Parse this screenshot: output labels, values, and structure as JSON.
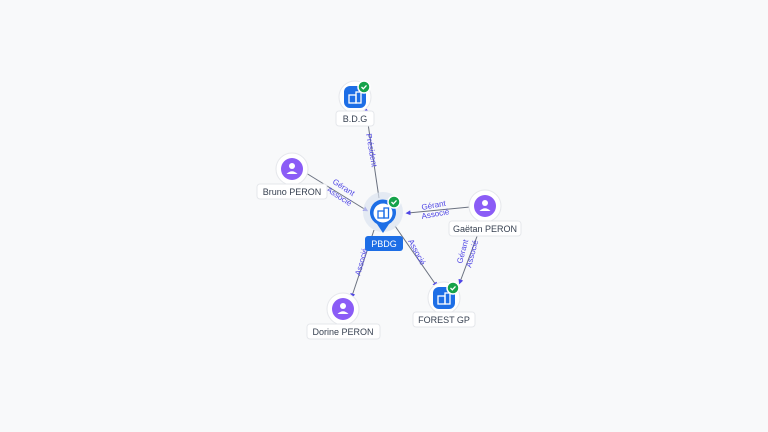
{
  "colors": {
    "company": "#1d6ee6",
    "person": "#8b5cf6",
    "check": "#16a34a",
    "edge": "#6b7280",
    "edge_label": "#4f46e5",
    "main": "#1d6ee6"
  },
  "nodes": {
    "pbdg": {
      "label": "PBDG",
      "kind": "main",
      "icon": "building-icon",
      "verified": true
    },
    "bdg": {
      "label": "B.D.G",
      "kind": "company",
      "icon": "building-icon",
      "verified": true
    },
    "forest": {
      "label": "FOREST GP",
      "kind": "company",
      "icon": "building-icon",
      "verified": true
    },
    "bruno": {
      "label": "Bruno PERON",
      "kind": "person",
      "icon": "user-icon"
    },
    "gaetan": {
      "label": "Gaëtan PERON",
      "kind": "person",
      "icon": "user-icon"
    },
    "dorine": {
      "label": "Dorine PERON",
      "kind": "person",
      "icon": "user-icon"
    }
  },
  "edges": {
    "bdg_pbdg": {
      "label": "Président"
    },
    "bruno_pbdg": {
      "label1": "Gérant",
      "label2": "Associé"
    },
    "gaetan_pbdg": {
      "label1": "Gérant",
      "label2": "Associé"
    },
    "dorine_pbdg": {
      "label": "Associé"
    },
    "forest_pbdg": {
      "label": "Associé"
    },
    "gaetan_forest": {
      "label1": "Gérant",
      "label2": "Associé"
    }
  }
}
